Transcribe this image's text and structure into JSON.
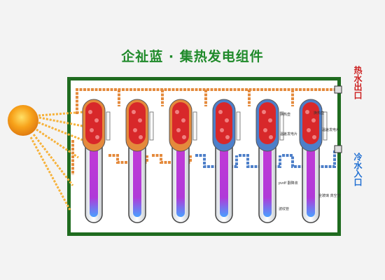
{
  "title": "企祉蓝 · 集热发电组件",
  "hot_outlet_label": "热水出口",
  "cold_inlet_label": "冷水入口",
  "tube_count": 6,
  "annotations": {
    "a1": "换热壶",
    "a2": "温差发电片",
    "a3": "温差发电片",
    "a4": "pvdf 翻降液",
    "a5": "全玻璃 真空管",
    "a6": "波纹管",
    "a7": "换热壶"
  },
  "colors": {
    "frame": "#1f6b1f",
    "title": "#1f8a2a",
    "hot_pipe": "#e48a3c",
    "cold_pipe": "#4d7fc9",
    "tube_inner": "#c03ad0",
    "heater_red": "#d8282a",
    "sun": "#f7a21a"
  }
}
